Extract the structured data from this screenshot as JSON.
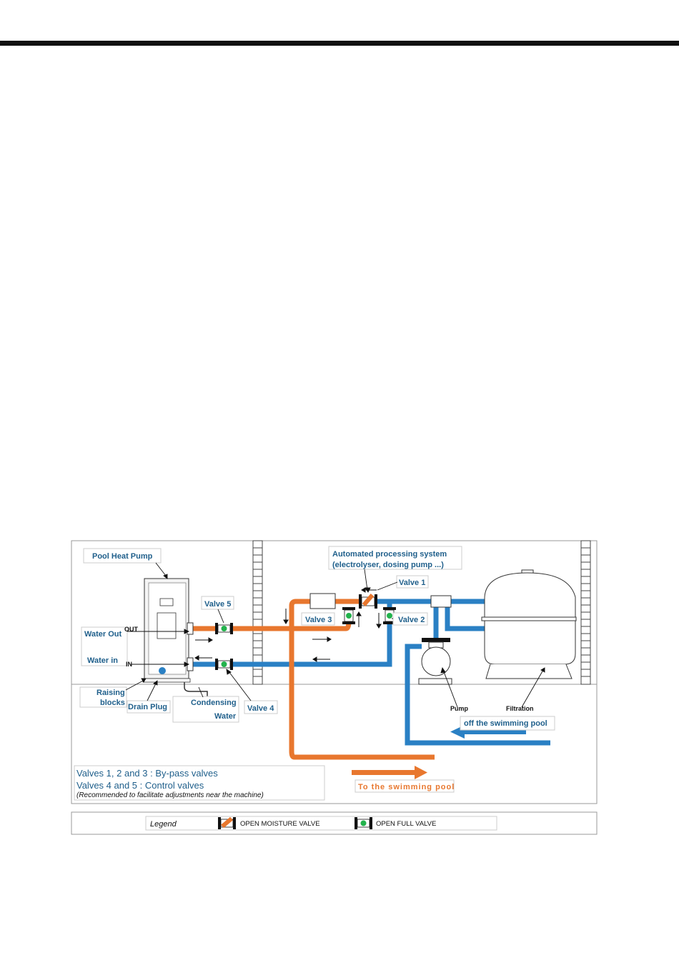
{
  "labels": {
    "pool_heat_pump": "Pool Heat Pump",
    "automated_line1": "Automated processing system",
    "automated_line2": "(electrolyser, dosing pump ...)",
    "valve1": "Valve 1",
    "valve2": "Valve 2",
    "valve3": "Valve 3",
    "valve4": "Valve 4",
    "valve5": "Valve 5",
    "water_out": "Water Out",
    "water_in": "Water in",
    "out_tag": "OUT",
    "in_tag": "IN",
    "raising_line1": "Raising",
    "raising_line2": "blocks",
    "drain_plug": "Drain Plug",
    "condensing_line1": "Condensing",
    "condensing_line2": "Water",
    "pump": "Pump",
    "filtration": "Filtration",
    "off_pool": "off the swimming pool",
    "to_pool": "To  the  swimming  pool"
  },
  "notes": {
    "line1": "Valves 1, 2 and 3 : By-pass valves",
    "line2": "Valves 4 and 5 : Control valves",
    "line3": "(Recommended to facilitate adjustments near the machine)"
  },
  "legend": {
    "title": "Legend",
    "moisture": "OPEN MOISTURE VALVE",
    "full": "OPEN FULL VALVE"
  },
  "colors": {
    "hot_pipe": "#e8772e",
    "cold_pipe": "#2a80c4",
    "valve_green": "#22b24c",
    "label_blue": "#1f5f8b"
  }
}
